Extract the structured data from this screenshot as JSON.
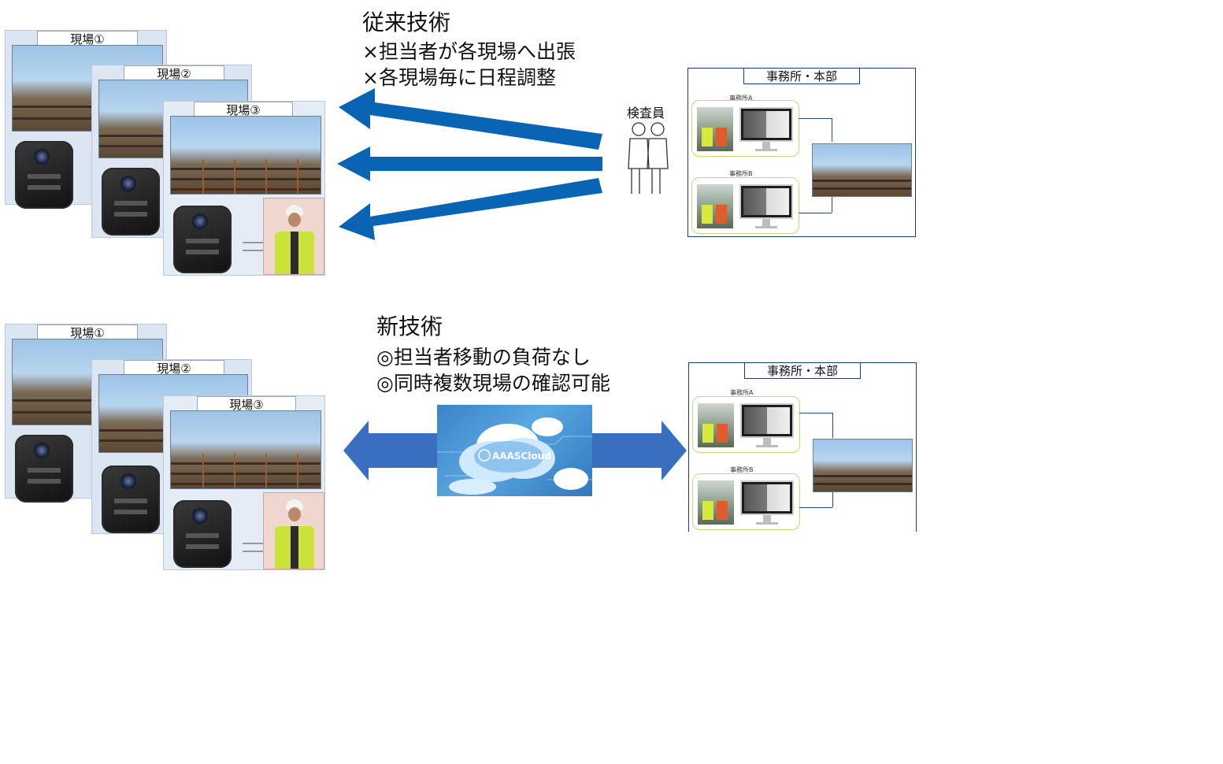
{
  "top": {
    "heading": "従来技術",
    "bullets": [
      "×担当者が各現場へ出張",
      "×各現場毎に日程調整"
    ],
    "sites": [
      "現場①",
      "現場②",
      "現場③"
    ],
    "inspector_label": "検査員",
    "office": {
      "title": "事務所・本部",
      "rooms": [
        "事務所A",
        "事務所B"
      ]
    }
  },
  "bottom": {
    "heading": "新技術",
    "bullets": [
      "◎担当者移動の負荷なし",
      "◎同時複数現場の確認可能"
    ],
    "sites": [
      "現場①",
      "現場②",
      "現場③"
    ],
    "cloud_label": "AAASCloud",
    "office": {
      "title": "事務所・本部",
      "rooms": [
        "事務所A",
        "事務所B"
      ]
    }
  },
  "colors": {
    "arrow_blue": "#0a64b4",
    "double_arrow_blue": "#3a6fc0",
    "office_border": "#1f3b66",
    "room_border": "#d5d07a"
  }
}
